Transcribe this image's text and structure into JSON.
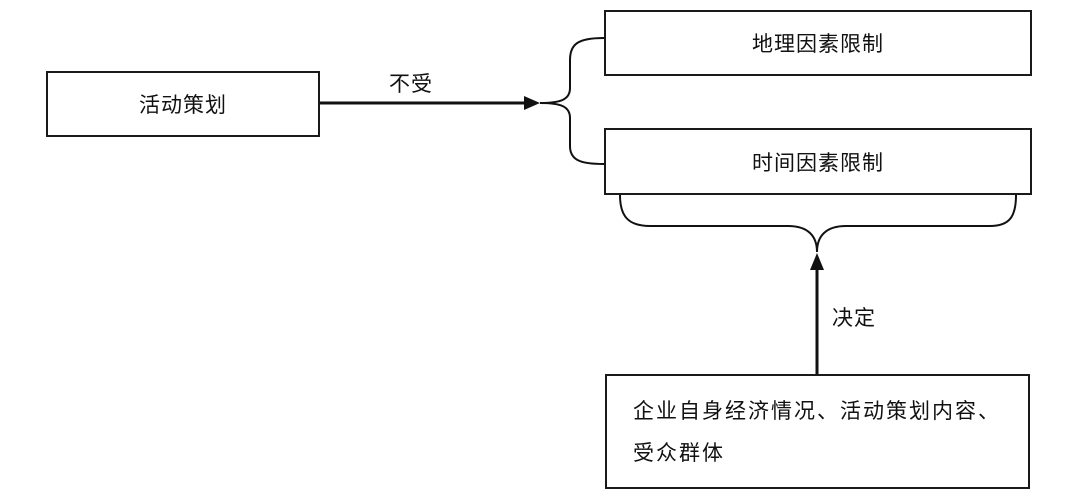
{
  "boxes": {
    "activity": "活动策划",
    "geo_limit": "地理因素限制",
    "time_limit": "时间因素限制",
    "factors": "企业自身经济情况、活动策划内容、受众群体"
  },
  "labels": {
    "not_subject": "不受",
    "decides": "决定"
  }
}
